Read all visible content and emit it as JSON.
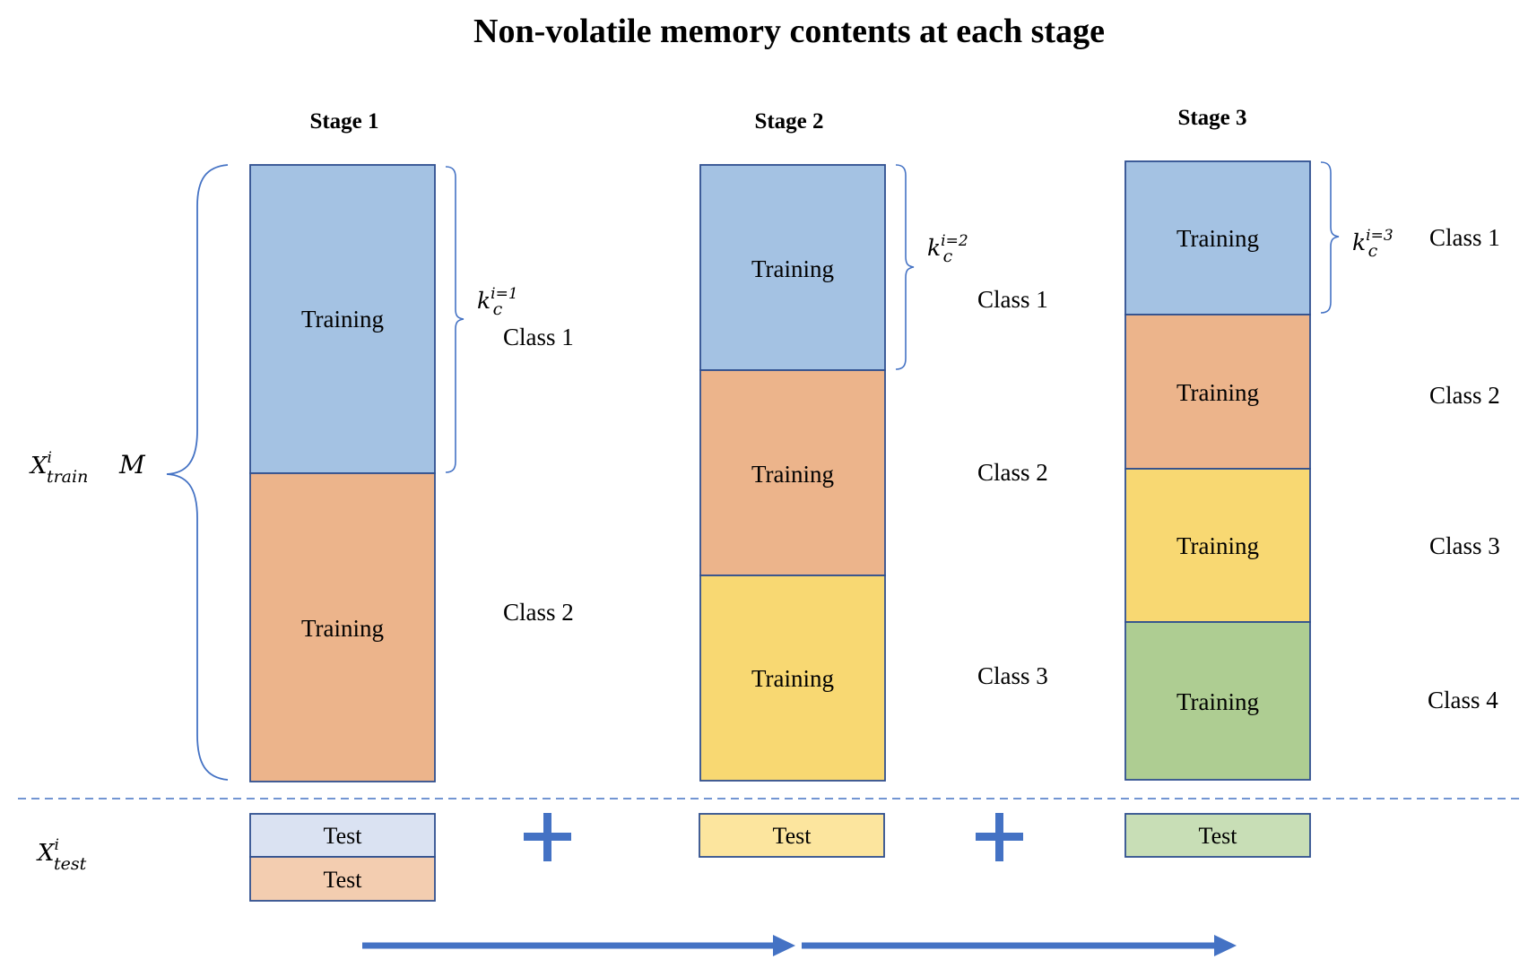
{
  "title": "Non-volatile memory contents at each stage",
  "stages": [
    {
      "label": "Stage 1",
      "blocks": [
        {
          "label": "Training",
          "color": "#A4C2E3"
        },
        {
          "label": "Training",
          "color": "#ECB48B"
        }
      ],
      "classes": [
        "Class 1",
        "Class 2"
      ],
      "k_label": {
        "base": "k",
        "sub": "c",
        "sup": "i=1"
      },
      "test_blocks": [
        {
          "label": "Test",
          "color": "#DAE2F2"
        },
        {
          "label": "Test",
          "color": "#F3CDB0"
        }
      ]
    },
    {
      "label": "Stage 2",
      "blocks": [
        {
          "label": "Training",
          "color": "#A4C2E3"
        },
        {
          "label": "Training",
          "color": "#ECB48B"
        },
        {
          "label": "Training",
          "color": "#F8D872"
        }
      ],
      "classes": [
        "Class 1",
        "Class 2",
        "Class 3"
      ],
      "k_label": {
        "base": "k",
        "sub": "c",
        "sup": "i=2"
      },
      "test_blocks": [
        {
          "label": "Test",
          "color": "#FCE59E"
        }
      ]
    },
    {
      "label": "Stage 3",
      "blocks": [
        {
          "label": "Training",
          "color": "#A4C2E3"
        },
        {
          "label": "Training",
          "color": "#ECB48B"
        },
        {
          "label": "Training",
          "color": "#F8D872"
        },
        {
          "label": "Training",
          "color": "#AECD92"
        }
      ],
      "classes": [
        "Class 1",
        "Class 2",
        "Class 3",
        "Class 4"
      ],
      "k_label": {
        "base": "k",
        "sub": "c",
        "sup": "i=3"
      },
      "test_blocks": [
        {
          "label": "Test",
          "color": "#C8DEB6"
        }
      ]
    }
  ],
  "left_labels": {
    "x_train": {
      "base": "X",
      "sub": "train",
      "sup": "i"
    },
    "m_label": "M",
    "x_test": {
      "base": "X",
      "sub": "test",
      "sup": "i"
    }
  },
  "plus_symbol": "+",
  "colors": {
    "border": "#2F4F8F",
    "accent": "#4472C4",
    "text": "#000000"
  }
}
